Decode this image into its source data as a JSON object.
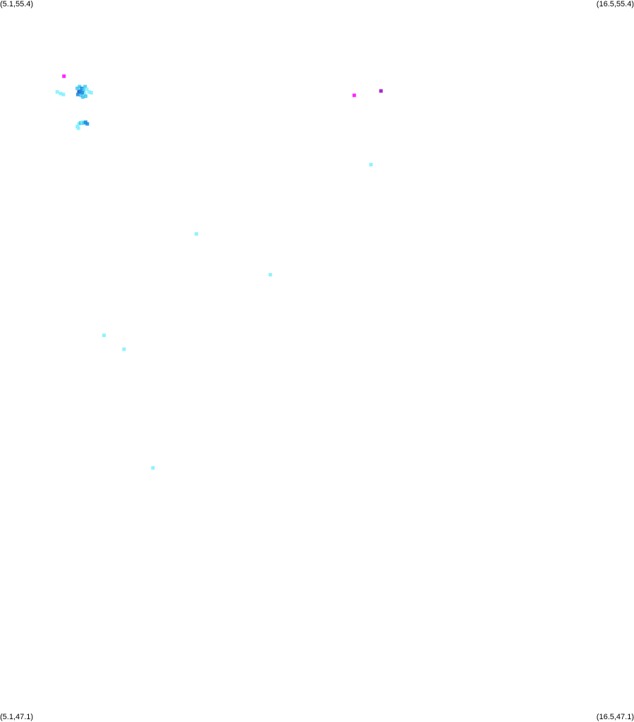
{
  "map": {
    "corner_labels": {
      "top_left": "(5.1,55.4)",
      "top_right": "(16.5,55.4)",
      "bottom_left": "(5.1,47.1)",
      "bottom_right": "(16.5,47.1)"
    },
    "bounds": {
      "lon_min": 5.1,
      "lon_max": 16.5,
      "lat_min": 47.1,
      "lat_max": 55.4
    },
    "colors": {
      "light_cyan": "#7ff0ff",
      "cyan": "#39c8f0",
      "blue": "#1a88e0",
      "dark_blue": "#1640c8",
      "magenta": "#ff00ff",
      "purple": "#9900c8"
    },
    "points": [
      {
        "lon": 6.25,
        "lat": 54.52,
        "color": "magenta"
      },
      {
        "lon": 11.47,
        "lat": 54.3,
        "color": "magenta"
      },
      {
        "lon": 11.95,
        "lat": 54.35,
        "color": "purple"
      },
      {
        "lon": 11.77,
        "lat": 53.5,
        "color": "light_cyan"
      },
      {
        "lon": 8.63,
        "lat": 52.7,
        "color": "light_cyan"
      },
      {
        "lon": 9.96,
        "lat": 52.23,
        "color": "light_cyan"
      },
      {
        "lon": 6.97,
        "lat": 51.53,
        "color": "light_cyan"
      },
      {
        "lon": 7.33,
        "lat": 51.37,
        "color": "light_cyan"
      },
      {
        "lon": 7.85,
        "lat": 50.0,
        "color": "light_cyan"
      },
      {
        "lon": 6.13,
        "lat": 54.34,
        "color": "light_cyan"
      },
      {
        "lon": 6.19,
        "lat": 54.32,
        "color": "light_cyan"
      },
      {
        "lon": 6.24,
        "lat": 54.31,
        "color": "light_cyan"
      },
      {
        "lon": 6.49,
        "lat": 54.38,
        "color": "cyan"
      },
      {
        "lon": 6.53,
        "lat": 54.4,
        "color": "cyan"
      },
      {
        "lon": 6.57,
        "lat": 54.38,
        "color": "blue"
      },
      {
        "lon": 6.6,
        "lat": 54.36,
        "color": "cyan"
      },
      {
        "lon": 6.63,
        "lat": 54.4,
        "color": "cyan"
      },
      {
        "lon": 6.66,
        "lat": 54.37,
        "color": "light_cyan"
      },
      {
        "lon": 6.7,
        "lat": 54.34,
        "color": "light_cyan"
      },
      {
        "lon": 6.74,
        "lat": 54.33,
        "color": "light_cyan"
      },
      {
        "lon": 6.52,
        "lat": 54.34,
        "color": "dark_blue"
      },
      {
        "lon": 6.55,
        "lat": 54.35,
        "color": "blue"
      },
      {
        "lon": 6.5,
        "lat": 54.31,
        "color": "blue"
      },
      {
        "lon": 6.56,
        "lat": 54.3,
        "color": "cyan"
      },
      {
        "lon": 6.59,
        "lat": 54.28,
        "color": "cyan"
      },
      {
        "lon": 6.62,
        "lat": 54.32,
        "color": "light_cyan"
      },
      {
        "lon": 6.64,
        "lat": 54.29,
        "color": "cyan"
      },
      {
        "lon": 6.58,
        "lat": 54.33,
        "color": "blue"
      },
      {
        "lon": 6.49,
        "lat": 53.94,
        "color": "light_cyan"
      },
      {
        "lon": 6.52,
        "lat": 53.97,
        "color": "light_cyan"
      },
      {
        "lon": 6.55,
        "lat": 53.98,
        "color": "cyan"
      },
      {
        "lon": 6.58,
        "lat": 53.99,
        "color": "light_cyan"
      },
      {
        "lon": 6.61,
        "lat": 53.98,
        "color": "cyan"
      },
      {
        "lon": 6.64,
        "lat": 53.99,
        "color": "blue"
      },
      {
        "lon": 6.67,
        "lat": 53.97,
        "color": "blue"
      },
      {
        "lon": 6.51,
        "lat": 53.92,
        "color": "light_cyan"
      }
    ]
  }
}
